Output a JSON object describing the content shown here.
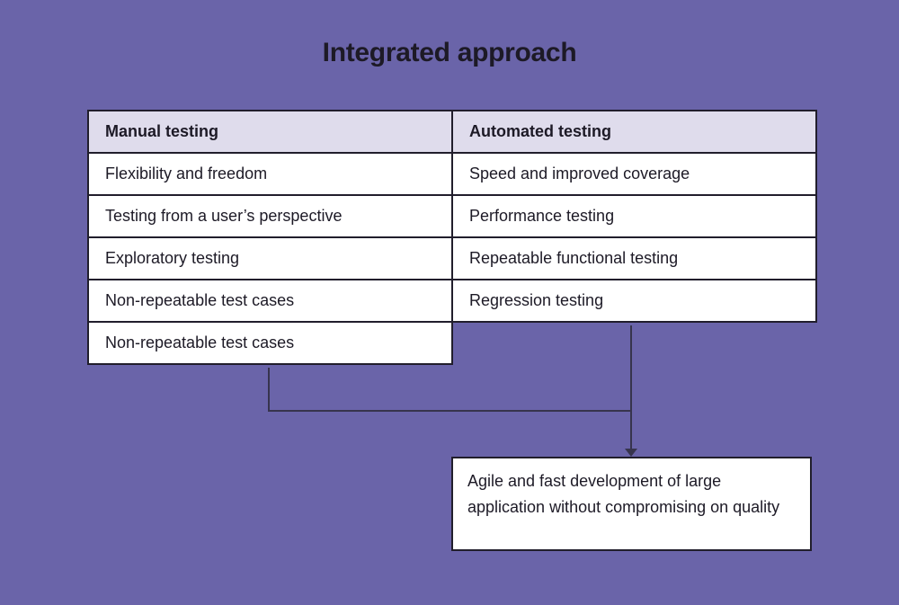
{
  "title": "Integrated approach",
  "colors": {
    "background": "#6a64a9",
    "header_bg": "#dfdcec",
    "cell_bg": "#ffffff",
    "border": "#211e2c",
    "connector_line": "#37344d",
    "text": "#1d1a26"
  },
  "table": {
    "headers": [
      "Manual testing",
      "Automated testing"
    ],
    "rows": [
      [
        "Flexibility and freedom",
        "Speed and improved coverage"
      ],
      [
        "Testing from a user’s perspective",
        "Performance testing"
      ],
      [
        "Exploratory testing",
        "Repeatable functional testing"
      ],
      [
        "Non-repeatable test cases",
        "Regression testing"
      ],
      [
        "Non-repeatable test cases"
      ]
    ]
  },
  "result_box": {
    "text": "Agile and fast development of large application without compromising on quality"
  }
}
